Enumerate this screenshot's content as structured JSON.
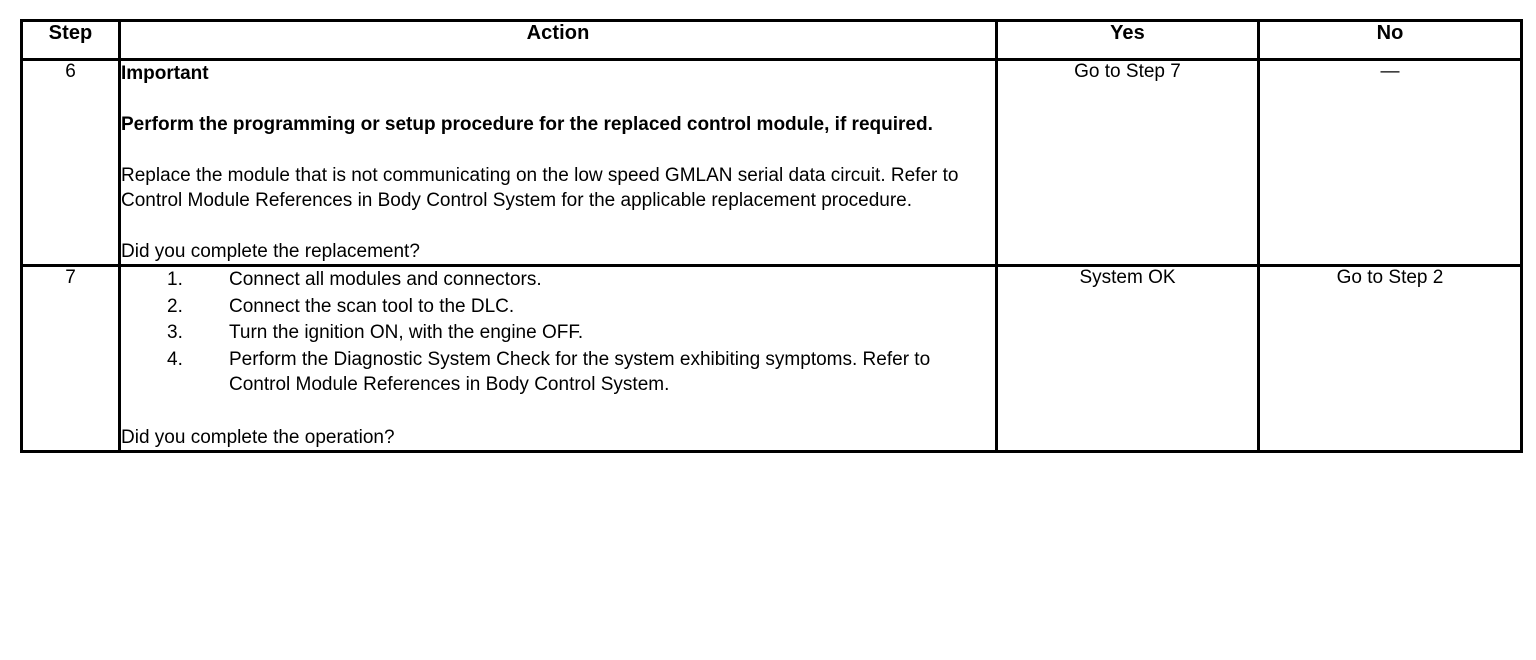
{
  "table": {
    "headers": {
      "step": "Step",
      "action": "Action",
      "yes": "Yes",
      "no": "No"
    },
    "rows": [
      {
        "step": "6",
        "action": {
          "important_label": "Important",
          "bold_instruction": "Perform the programming or setup procedure for the replaced control module, if required.",
          "body_text": "Replace the module that is not communicating on the low speed GMLAN serial data circuit. Refer to Control Module References in Body Control System for the applicable replacement procedure.",
          "question": "Did you complete the replacement?"
        },
        "yes": "Go to Step 7",
        "no": "—"
      },
      {
        "step": "7",
        "action": {
          "list": [
            "Connect all modules and connectors.",
            "Connect the scan tool to the DLC.",
            "Turn the ignition ON, with the engine OFF.",
            "Perform the Diagnostic System Check for the system exhibiting symptoms. Refer to Control Module References in Body Control System."
          ],
          "question": "Did you complete the operation?"
        },
        "yes": "System OK",
        "no": "Go to Step 2"
      }
    ]
  },
  "colors": {
    "border": "#000000",
    "background": "#ffffff",
    "text": "#000000"
  }
}
